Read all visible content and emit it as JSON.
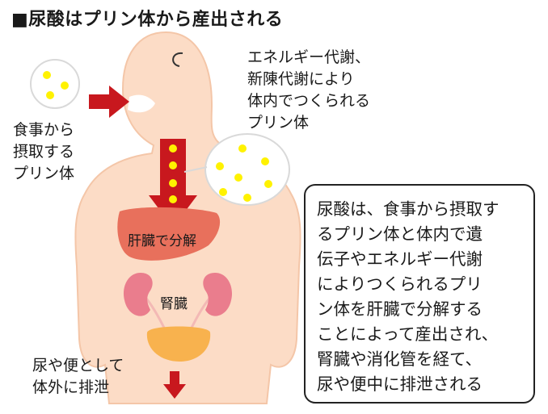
{
  "title": "■尿酸はプリン体から産出される",
  "labels": {
    "endogenous": [
      "エネルギー代謝、",
      "新陳代謝により",
      "体内でつくられる",
      "プリン体"
    ],
    "dietary": [
      "食事から",
      "摂取する",
      "プリン体"
    ],
    "liver": "肝臓で分解",
    "kidney": "腎臓",
    "excretion": [
      "尿や便として",
      "体外に排泄"
    ]
  },
  "summary": [
    "尿酸は、食事から摂取す",
    "るプリン体と体内で遺",
    "伝子やエネルギー代謝",
    "によりつくられるプリ",
    "ン体を肝臓で分解する",
    "ことによって産出され、",
    "腎臓や消化管を経て、",
    "尿や便中に排泄される"
  ],
  "colors": {
    "skin": "#fcdcc6",
    "skin_outline": "#f4c6a8",
    "arrow": "#c8181e",
    "dot": "#fff200",
    "liver": "#e8705c",
    "kidney": "#ea7d8d",
    "bladder": "#f8b24e"
  }
}
